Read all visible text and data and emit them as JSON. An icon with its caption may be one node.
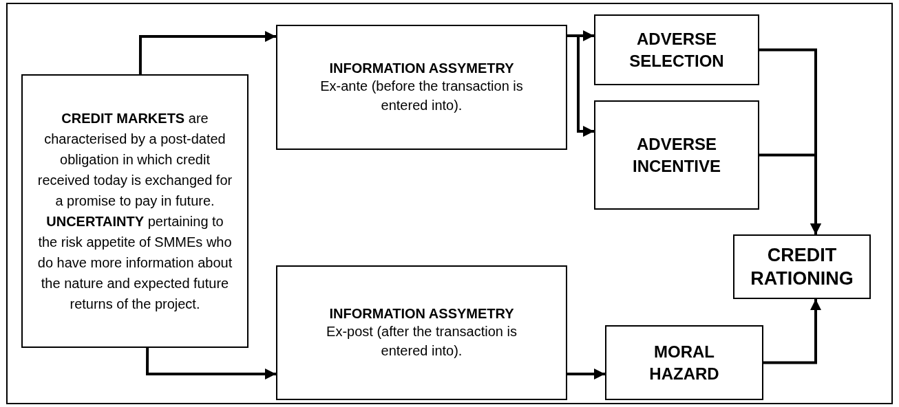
{
  "diagram": {
    "nodes": [
      {
        "text": [
          "**CREDIT MARKETS** are characterised by a post-dated obligation in which credit received today is exchanged for a promise to pay in future. **UNCERTAINTY** pertaining to the risk appetite of SMMEs who do have more information about the nature and expected future returns of the project."
        ]
      },
      {
        "text": [
          "INFORMATION ASSYMETRY",
          "Ex-ante (before the transaction is entered into)."
        ]
      },
      {
        "text": [
          "ADVERSE SELECTION"
        ]
      },
      {
        "text": [
          "ADVERSE INCENTIVE"
        ]
      },
      {
        "text": [
          "CREDIT RATIONING"
        ]
      },
      {
        "text": [
          "INFORMATION ASSYMETRY",
          "Ex-post (after the transaction is entered into)."
        ]
      },
      {
        "text": [
          "MORAL HAZARD"
        ]
      }
    ],
    "edges": [
      {
        "from": 0,
        "to": 1,
        "arrow": "to"
      },
      {
        "from": 0,
        "to": 5,
        "arrow": "to"
      },
      {
        "from": 1,
        "to": 2,
        "arrow": "to"
      },
      {
        "from": 1,
        "to": 3,
        "arrow": "to"
      },
      {
        "from": 2,
        "to": 4,
        "arrow": "to"
      },
      {
        "from": 3,
        "to": 4,
        "arrow": "to"
      },
      {
        "from": 5,
        "to": 6,
        "arrow": "to"
      },
      {
        "from": 6,
        "to": 4,
        "arrow": "to"
      }
    ]
  }
}
